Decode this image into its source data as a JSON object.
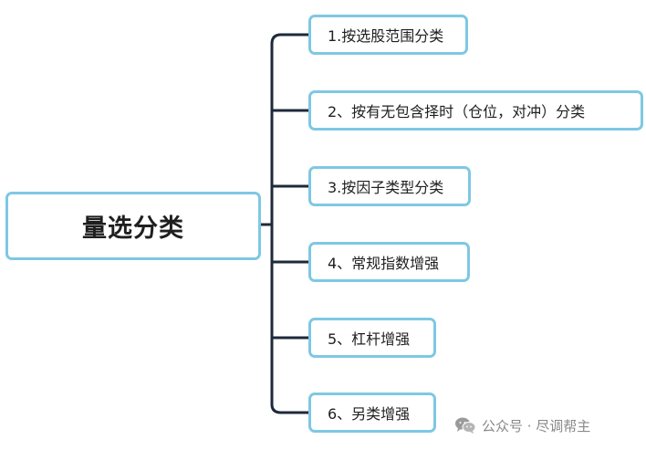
{
  "mindmap": {
    "root": {
      "label": "量选分类"
    },
    "children": [
      {
        "label": "1.按选股范围分类"
      },
      {
        "label": "2、按有无包含择时（仓位，对冲）分类"
      },
      {
        "label": "3.按因子类型分类"
      },
      {
        "label": "4、常规指数增强"
      },
      {
        "label": "5、杠杆增强"
      },
      {
        "label": "6、另类增强"
      }
    ]
  },
  "watermark": {
    "icon": "wechat-icon",
    "text": "公众号 · 尽调帮主"
  },
  "colors": {
    "node_border": "#7ec8e3",
    "connector": "#1e2a3a",
    "text": "#1f1f1f",
    "watermark": "#8a8a8a"
  }
}
